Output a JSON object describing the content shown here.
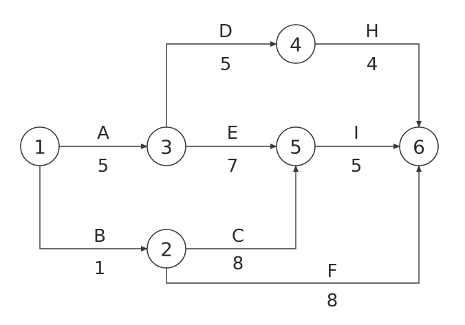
{
  "nodes": [
    {
      "id": "1",
      "label": "1"
    },
    {
      "id": "2",
      "label": "2"
    },
    {
      "id": "3",
      "label": "3"
    },
    {
      "id": "4",
      "label": "4"
    },
    {
      "id": "5",
      "label": "5"
    },
    {
      "id": "6",
      "label": "6"
    }
  ],
  "activities": [
    {
      "id": "A",
      "name": "A",
      "duration": "5",
      "from": "1",
      "to": "3"
    },
    {
      "id": "B",
      "name": "B",
      "duration": "1",
      "from": "1",
      "to": "2"
    },
    {
      "id": "C",
      "name": "C",
      "duration": "8",
      "from": "2",
      "to": "5"
    },
    {
      "id": "D",
      "name": "D",
      "duration": "5",
      "from": "3",
      "to": "4"
    },
    {
      "id": "E",
      "name": "E",
      "duration": "7",
      "from": "3",
      "to": "5"
    },
    {
      "id": "F",
      "name": "F",
      "duration": "8",
      "from": "2",
      "to": "6"
    },
    {
      "id": "H",
      "name": "H",
      "duration": "4",
      "from": "4",
      "to": "6"
    },
    {
      "id": "I",
      "name": "I",
      "duration": "5",
      "from": "5",
      "to": "6"
    }
  ],
  "colors": {
    "stroke": "#3a3a3a",
    "text": "#2b2b2b",
    "background": "#ffffff"
  }
}
